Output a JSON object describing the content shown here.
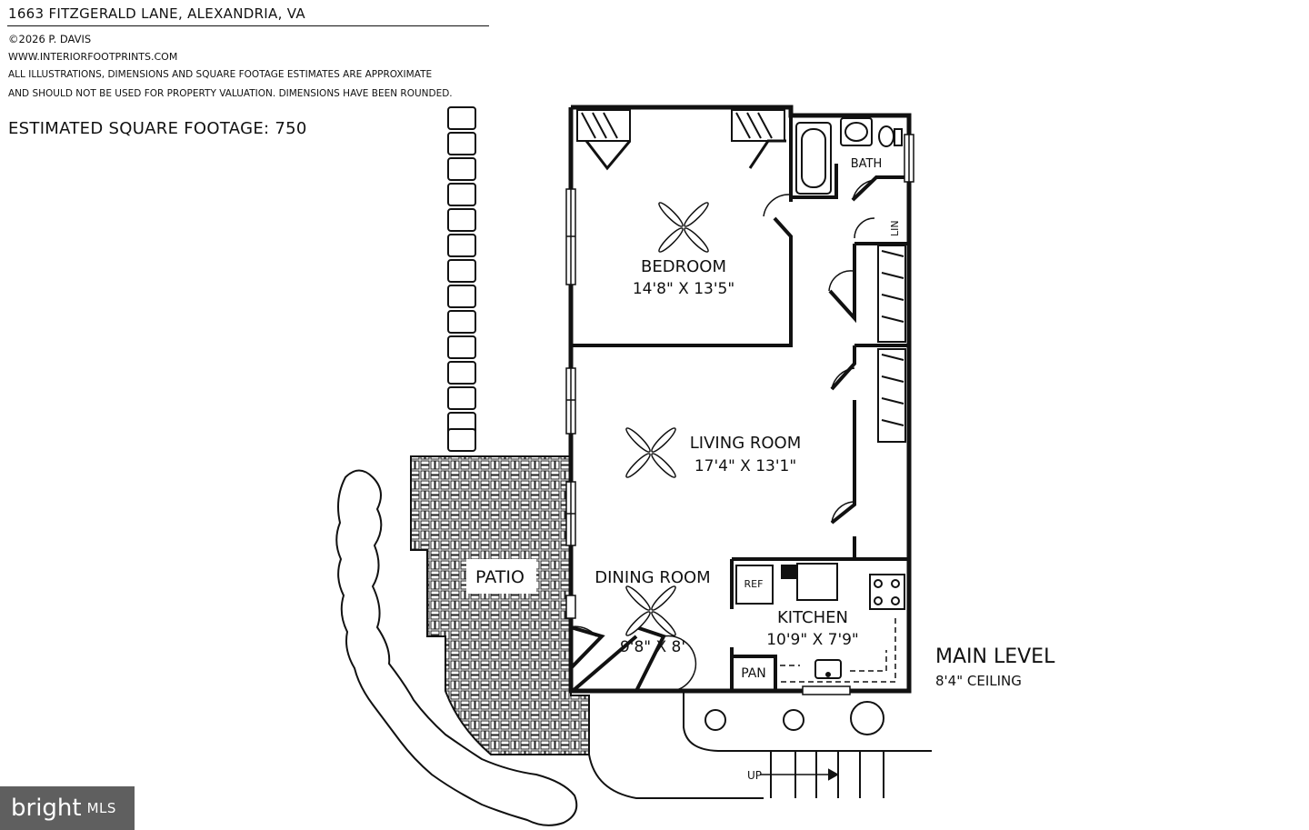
{
  "header": {
    "address": "1663 FITZGERALD LANE, ALEXANDRIA, VA",
    "copyright": "©2026 P. DAVIS",
    "website": "WWW.INTERIORFOOTPRINTS.COM",
    "disclaimer_line1": "ALL ILLUSTRATIONS, DIMENSIONS AND SQUARE FOOTAGE ESTIMATES ARE APPROXIMATE",
    "disclaimer_line2": "AND  SHOULD NOT BE USED FOR PROPERTY VALUATION. DIMENSIONS HAVE BEEN ROUNDED.",
    "square_footage": "ESTIMATED SQUARE FOOTAGE: 750"
  },
  "rooms": {
    "bedroom": {
      "name": "BEDROOM",
      "dims": "14'8\" X 13'5\""
    },
    "living": {
      "name": "LIVING ROOM",
      "dims": "17'4\" X 13'1\""
    },
    "dining": {
      "name": "DINING ROOM",
      "dims": "9'8\" X 8'"
    },
    "kitchen": {
      "name": "KITCHEN",
      "dims": "10'9\" X 7'9\""
    },
    "bath": {
      "name": "BATH"
    },
    "linen": {
      "name": "LIN"
    },
    "patio": {
      "name": "PATIO"
    },
    "ref": {
      "name": "REF"
    },
    "pantry": {
      "name": "PAN"
    },
    "stairs": {
      "name": "UP"
    }
  },
  "level": {
    "title": "MAIN LEVEL",
    "ceiling": "8'4\" CEILING"
  },
  "branding": {
    "name": "bright",
    "suffix": "MLS"
  }
}
